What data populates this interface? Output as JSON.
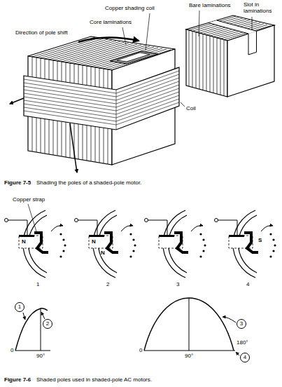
{
  "diagram": {
    "nodes": [
      {
        "text": [
          "1"
        ]
      },
      {
        "text": [
          "2"
        ]
      },
      {
        "text": [
          "3"
        ]
      },
      {
        "text": [
          "4"
        ]
      }
    ],
    "labels": [
      "Bare laminations",
      "Slot in laminations",
      "Direction of pole shift",
      "Copper shading coil",
      "Core laminations",
      "Coil",
      "Figure 7-5",
      "Shading the poles of a shaded-pole motor.",
      "Copper strap",
      "N",
      "N",
      "N",
      "S",
      "1",
      "2",
      "3",
      "4",
      "0",
      "90°",
      "0",
      "90°",
      "180°",
      "Figure 7-6",
      "Shaded poles used in shaded-pole AC motors."
    ]
  }
}
